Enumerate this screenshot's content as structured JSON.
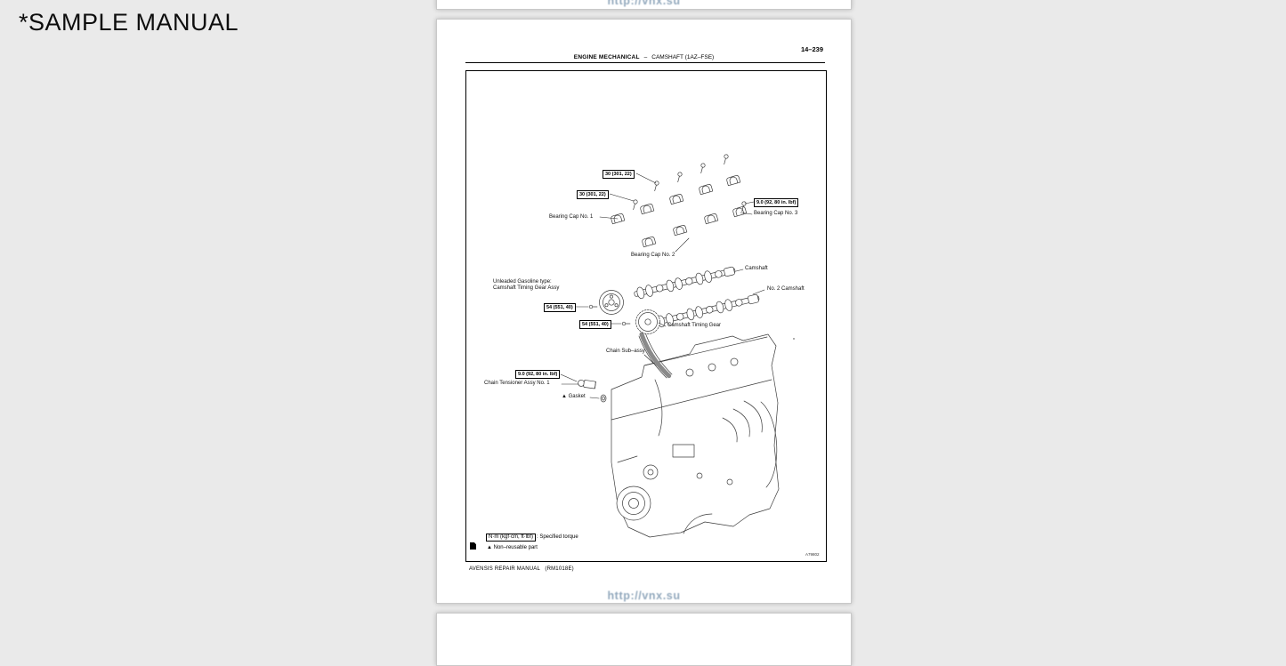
{
  "overlay": {
    "sample_label": "*SAMPLE MANUAL"
  },
  "watermark": {
    "url_text": "http://vnx.su"
  },
  "page": {
    "page_number": "14–239",
    "header": {
      "section": "ENGINE MECHANICAL",
      "separator": "–",
      "topic": "CAMSHAFT (1AZ–FSE)"
    },
    "figure": {
      "torque_30_top": "30 (301, 22)",
      "torque_30_left": "30 (301, 22)",
      "torque_9_right": "9.0 (92, 80 in. lbf)",
      "torque_9_left": "9.0 (92, 80 in. lbf)",
      "torque_54_upper": "54 (551, 40)",
      "torque_54_lower": "54 (551, 40)",
      "bearing_cap_1": "Bearing Cap No. 1",
      "bearing_cap_2": "Bearing Cap No. 2",
      "bearing_cap_3": "Bearing Cap No. 3",
      "camshaft": "Camshaft",
      "no2_camshaft": "No. 2 Camshaft",
      "unleaded_line1": "Unleaded Gasoline type:",
      "unleaded_line2": "Camshaft Timing Gear Assy",
      "camshaft_timing_gear": "Camshaft Timing Gear",
      "chain_sub_assy": "Chain Sub–assy",
      "chain_tensioner": "Chain Tensioner Assy No. 1",
      "gasket": "▲ Gasket",
      "legend_torque_box": "N·m (kgf·cm, ft·lbf)",
      "legend_torque_text": ": Specified torque",
      "legend_non_reusable": "▲ Non–reusable part",
      "figure_code": "A79802"
    },
    "footer": "AVENSIS REPAIR MANUAL   (RM1018E)"
  }
}
